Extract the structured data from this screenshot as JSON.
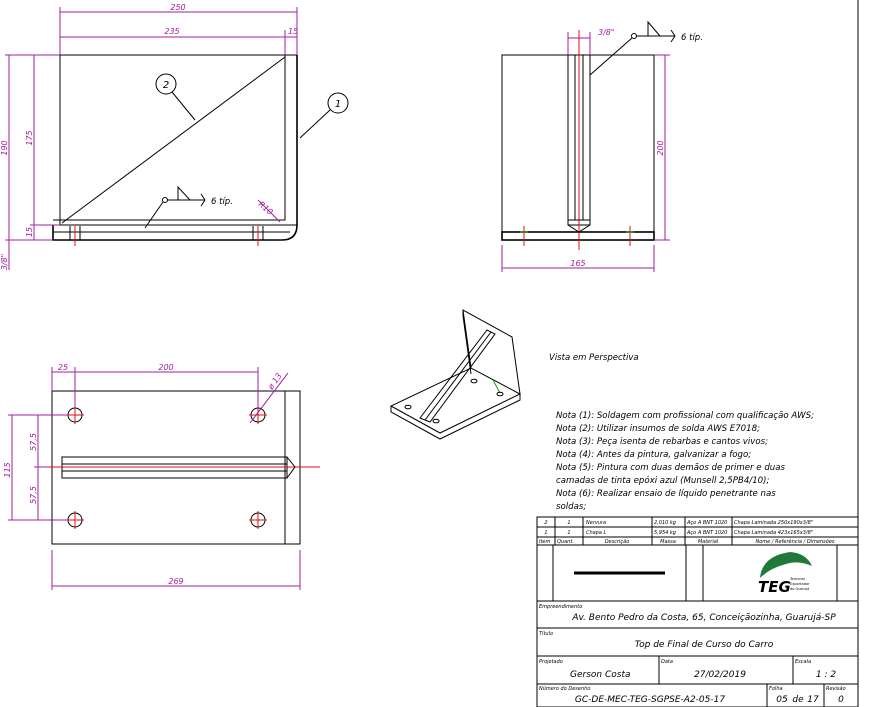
{
  "front_view": {
    "dims": {
      "overall_width": "250",
      "inner_width": "235",
      "flange": "15",
      "height": "190",
      "inner_height": "175",
      "base": "15",
      "plate": "3/8\"",
      "radius": "R10"
    },
    "balloons": {
      "b2": "2",
      "b1": "1"
    },
    "weld": {
      "label": "6 típ."
    }
  },
  "side_view": {
    "dims": {
      "plate": "3/8\"",
      "height": "200",
      "width": "165"
    },
    "weld": {
      "label": "6 típ."
    }
  },
  "top_view": {
    "dims": {
      "offset": "25",
      "spacing": "200",
      "hole": "ø 13",
      "half1": "57,5",
      "half2": "57,5",
      "depth": "115",
      "length": "269"
    }
  },
  "perspective": {
    "label": "Vista em Perspectiva"
  },
  "notes": [
    "Nota (1): Soldagem com profissional com qualificação AWS;",
    "Nota (2): Utilizar insumos de solda AWS E7018;",
    "Nota (3): Peça isenta de rebarbas e cantos vivos;",
    "Nota (4): Antes da pintura, galvanizar a fogo;",
    "Nota (5): Pintura com duas demãos de primer e duas",
    "camadas de tinta epóxi azul (Munsell 2,5PB4/10);",
    "Nota (6): Realizar ensaio de líquido penetrante nas",
    "soldas;"
  ],
  "title_block": {
    "parts": [
      {
        "item": "2",
        "qty": "1",
        "name": "Nervura",
        "mass": "2,010 kg",
        "material": "Aço A BNT 1020",
        "dims": "Chapa Laminada 250x190x3/8\""
      },
      {
        "item": "1",
        "qty": "1",
        "name": "Chapa L",
        "mass": "5,954 kg",
        "material": "Aço A BNT 1020",
        "dims": "Chapa Laminada 423x165x3/8\""
      }
    ],
    "headers": {
      "item": "Item",
      "qty": "Quant.",
      "desc": "Descrição",
      "mass": "Massa",
      "material": "Material",
      "dims": "Nome / Referência / Dimensões"
    },
    "logo_text": "TEG",
    "logo_sub": [
      "Terminal",
      "Exportador",
      "do Guarujá"
    ],
    "labels": {
      "emp": "Empreendimento",
      "title": "Título",
      "proj": "Projetado",
      "date": "Data",
      "scale": "Escala",
      "num": "Número do Desenho",
      "sheet": "Folha",
      "rev": "Revisão"
    },
    "address": "Av. Bento Pedro da Costa, 65, Conceiçãozinha, Guarujá-SP",
    "title": "Top de Final de Curso do Carro",
    "designer": "Gerson Costa",
    "date": "27/02/2019",
    "scale": "1 : 2",
    "drawing_number": "GC-DE-MEC-TEG-SGPSE-A2-05-17",
    "sheet": "05",
    "sheet_sep": "de",
    "sheet_total": "17",
    "revision": "0"
  }
}
